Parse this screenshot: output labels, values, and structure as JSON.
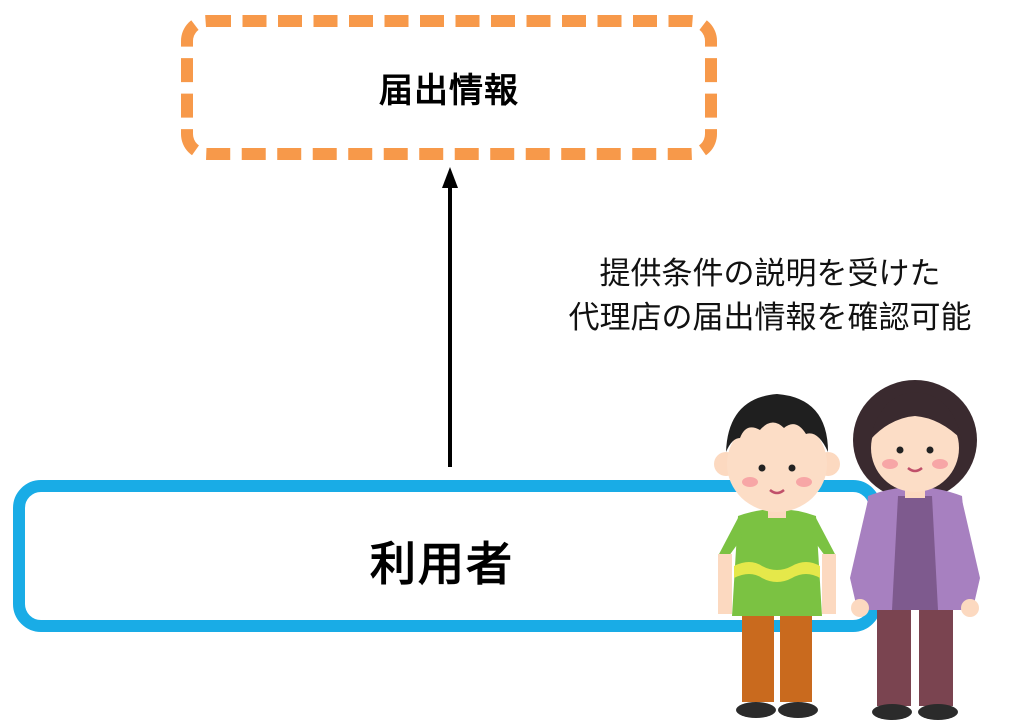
{
  "top_box": {
    "label": "届出情報",
    "border_color": "#F7994A"
  },
  "caption": {
    "line1": "提供条件の説明を受けた",
    "line2": "代理店の届出情報を確認可能"
  },
  "bottom_box": {
    "label": "利用者",
    "border_color": "#19ACE6"
  },
  "illustration": {
    "icon": "two-people-illustration"
  }
}
